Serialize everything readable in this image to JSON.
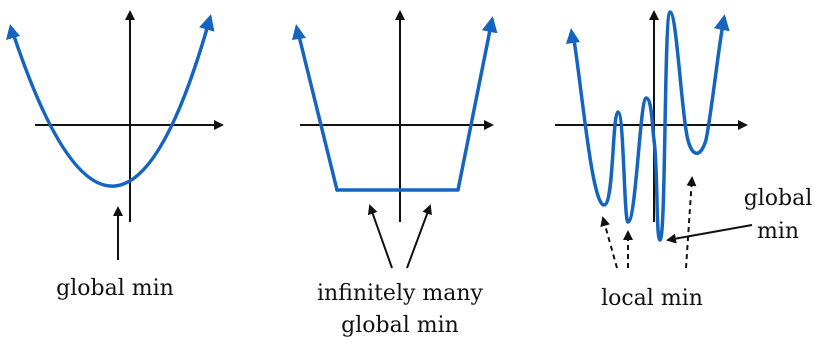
{
  "colors": {
    "curve": "#1565c0",
    "axis": "#111111",
    "text": "#111111"
  },
  "panels": [
    {
      "id": "convex",
      "labels": [
        "global min"
      ]
    },
    {
      "id": "flat",
      "labels": [
        "infinitely many",
        "global min"
      ]
    },
    {
      "id": "wiggly",
      "labels": [
        "global",
        "min",
        "local min"
      ]
    }
  ]
}
